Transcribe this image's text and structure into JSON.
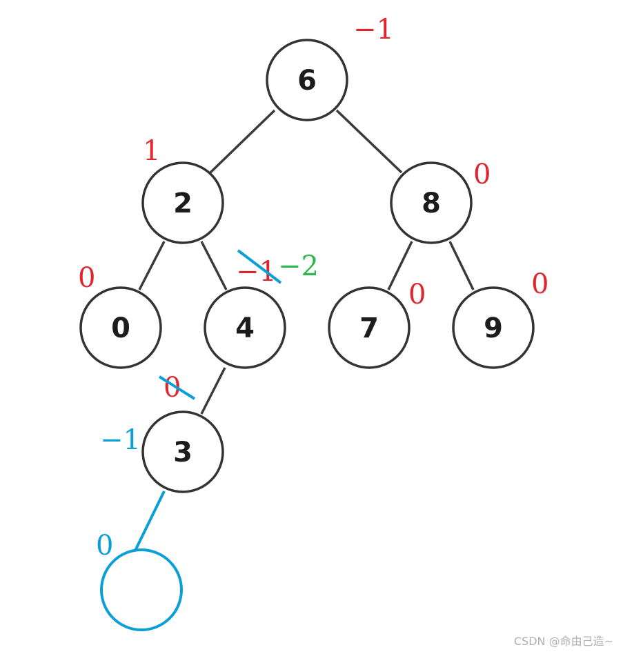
{
  "colors": {
    "node_stroke": "#333333",
    "balance_factor": "#e0252f",
    "updated_balance_factor": "#2db84d",
    "inserted_path": "#0b9fd8"
  },
  "nodes": [
    {
      "id": "6",
      "label": "6"
    },
    {
      "id": "2",
      "label": "2"
    },
    {
      "id": "8",
      "label": "8"
    },
    {
      "id": "0",
      "label": "0"
    },
    {
      "id": "4",
      "label": "4"
    },
    {
      "id": "7",
      "label": "7"
    },
    {
      "id": "9",
      "label": "9"
    },
    {
      "id": "3",
      "label": "3"
    },
    {
      "id": "new",
      "label": ""
    }
  ],
  "edges": [
    {
      "from": "6",
      "to": "2"
    },
    {
      "from": "6",
      "to": "8"
    },
    {
      "from": "2",
      "to": "0"
    },
    {
      "from": "2",
      "to": "4"
    },
    {
      "from": "8",
      "to": "7"
    },
    {
      "from": "8",
      "to": "9"
    },
    {
      "from": "4",
      "to": "3"
    },
    {
      "from": "3",
      "to": "new",
      "highlight": true
    }
  ],
  "balance_factors": {
    "n6": "−1",
    "n2": "1",
    "n8": "0",
    "n0": "0",
    "n4_old": "−1",
    "n4_new": "−2",
    "n7": "0",
    "n9": "0",
    "n3_old": "0",
    "n3_new": "−1",
    "new_node": "0"
  },
  "watermark": "CSDN @命由己造~"
}
